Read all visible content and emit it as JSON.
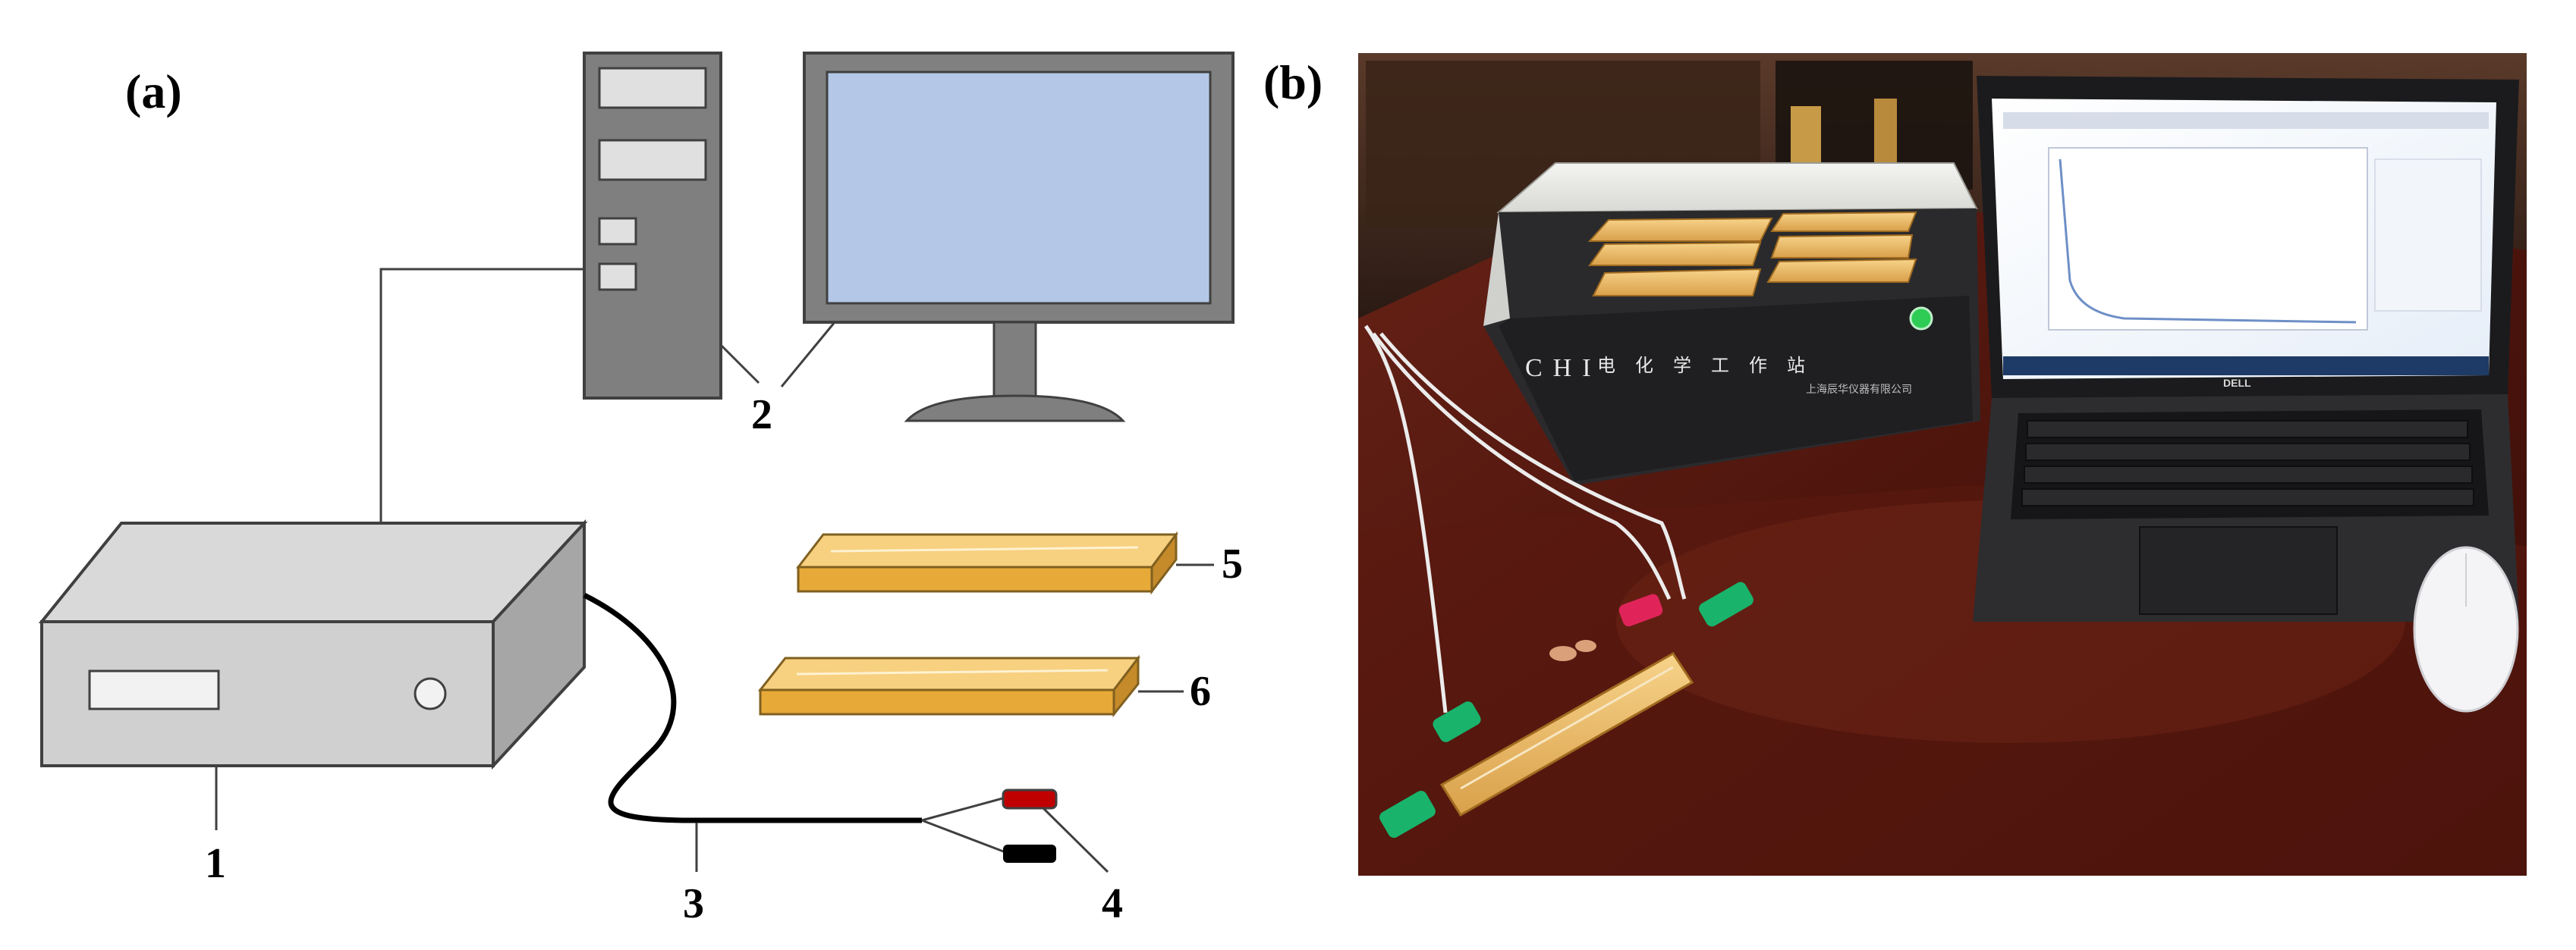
{
  "figure": {
    "panel_a_label": "(a)",
    "panel_b_label": "(b)"
  },
  "schematic": {
    "callouts": [
      "1",
      "2",
      "3",
      "4",
      "5",
      "6"
    ]
  },
  "photo": {
    "workstation_logo": "CHI",
    "workstation_name": "电 化 学 工 作 站",
    "workstation_maker": "上海辰华仪器有限公司",
    "laptop_brand": "DELL"
  },
  "colors": {
    "monitor_screen": "#b4c7e7",
    "device_gray": "#d9d9d9",
    "tower_gray": "#7f7f7f",
    "wood": "#f2b84b",
    "red_clip": "#c00000",
    "black_clip": "#000000",
    "table_wood": "#5a1b12",
    "green_clip": "#19b36b"
  }
}
